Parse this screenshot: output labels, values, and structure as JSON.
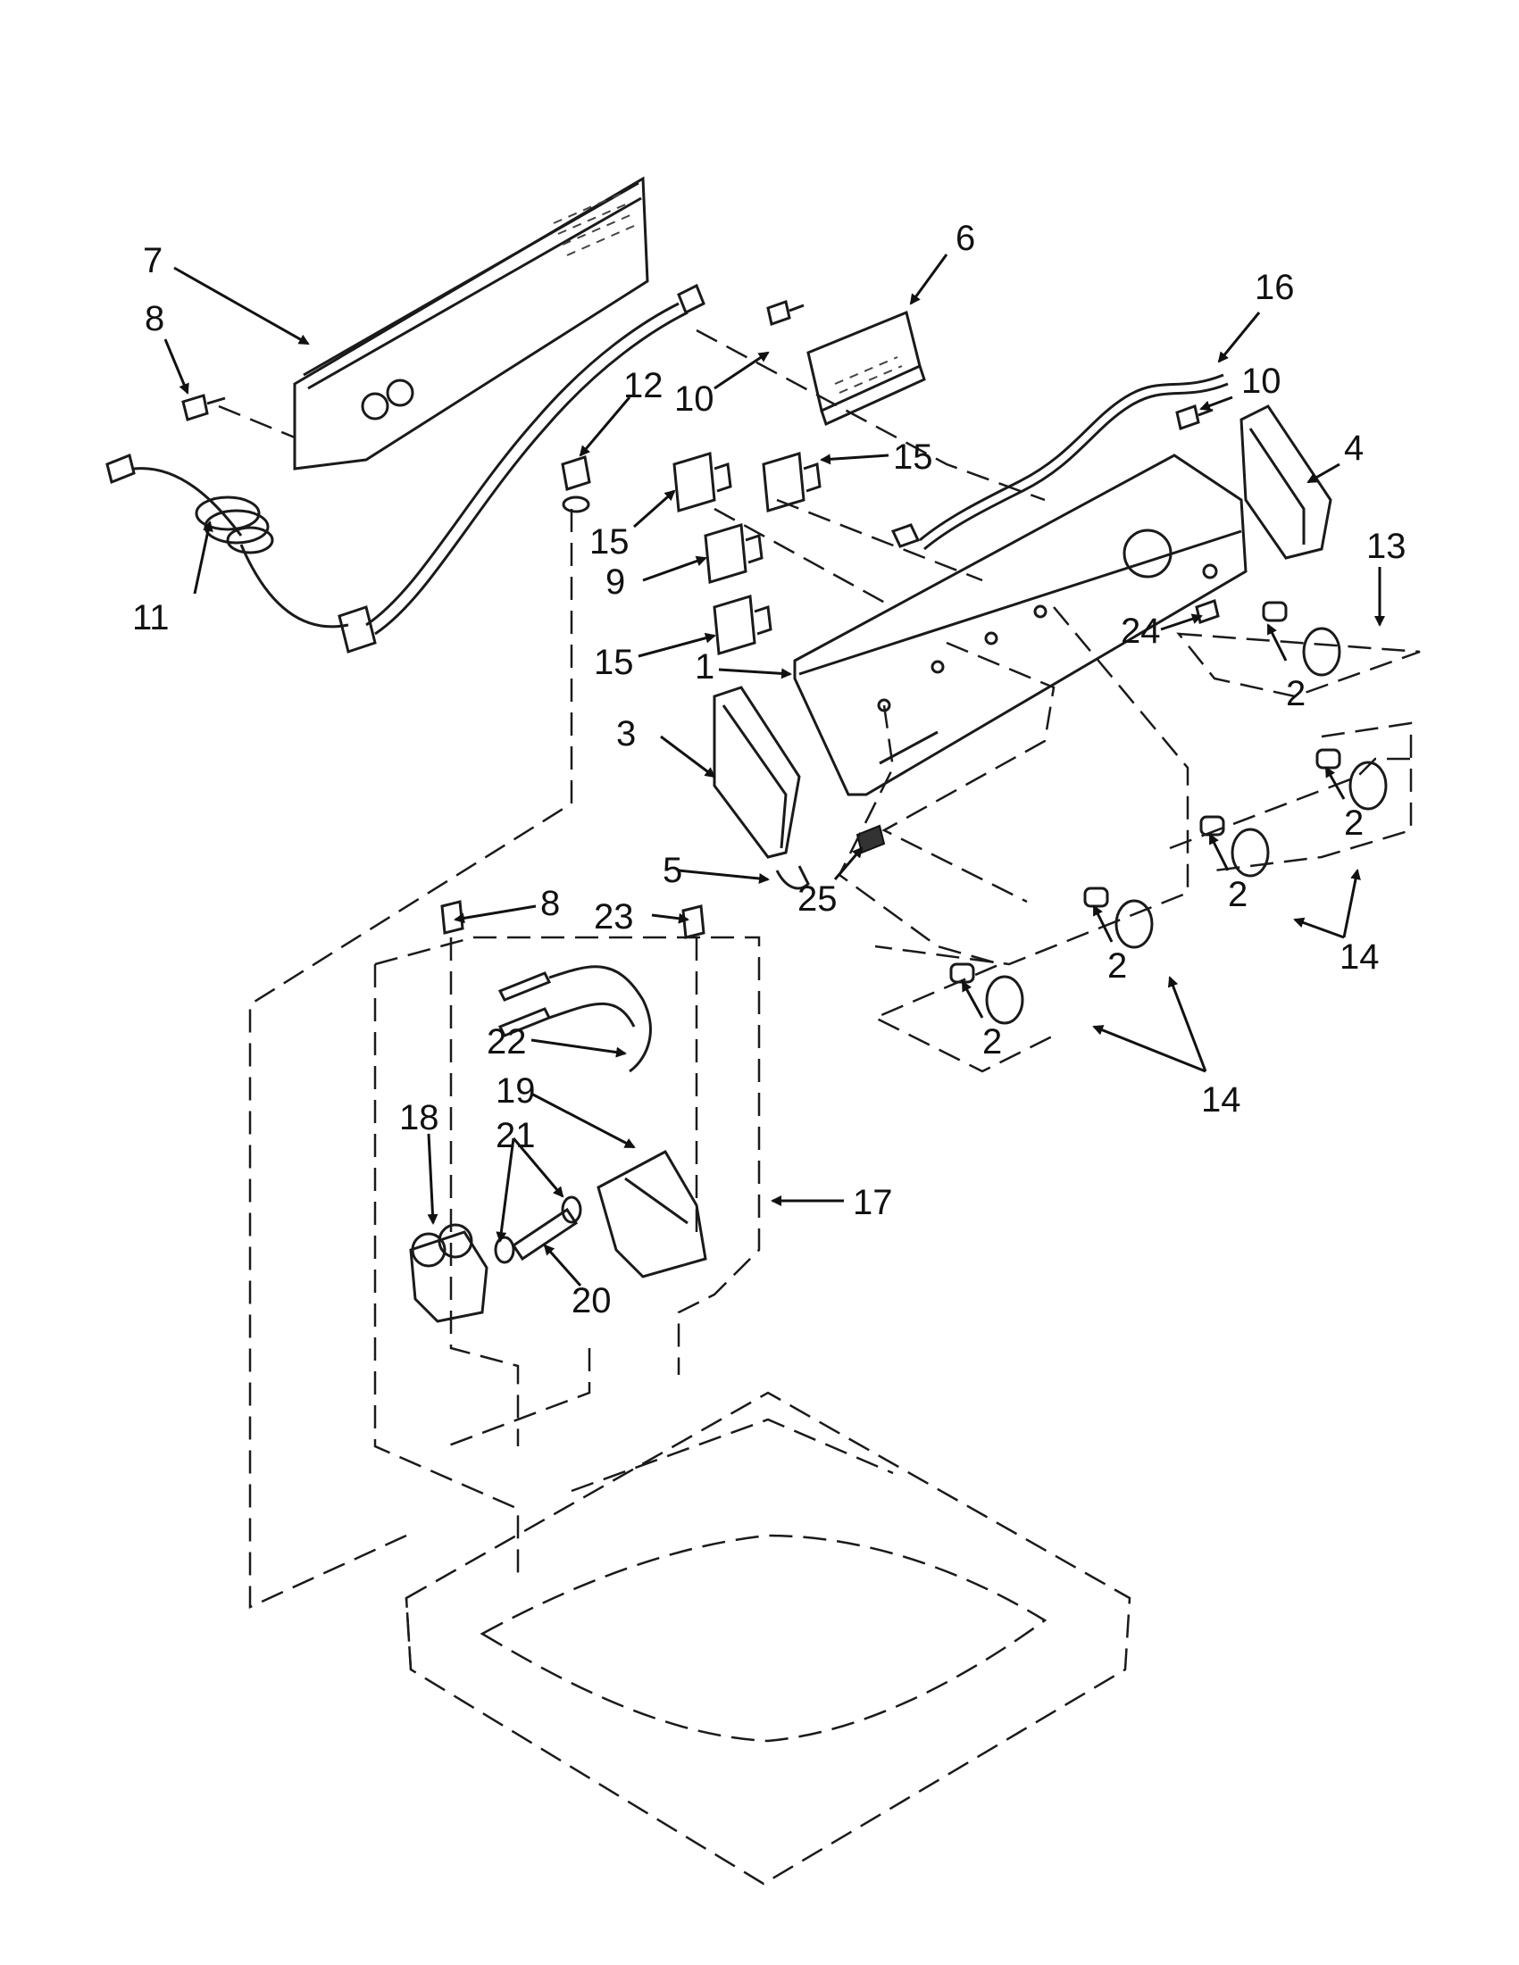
{
  "callouts": {
    "c1": "1",
    "c2a": "2",
    "c2b": "2",
    "c2c": "2",
    "c2d": "2",
    "c2e": "2",
    "c3": "3",
    "c4": "4",
    "c5": "5",
    "c6": "6",
    "c7": "7",
    "c8a": "8",
    "c8b": "8",
    "c9": "9",
    "c10a": "10",
    "c10b": "10",
    "c11": "11",
    "c12": "12",
    "c13": "13",
    "c14a": "14",
    "c14b": "14",
    "c15a": "15",
    "c15b": "15",
    "c15c": "15",
    "c16": "16",
    "c17": "17",
    "c18": "18",
    "c19": "19",
    "c20": "20",
    "c21": "21",
    "c22": "22",
    "c23": "23",
    "c24": "24",
    "c25": "25"
  }
}
